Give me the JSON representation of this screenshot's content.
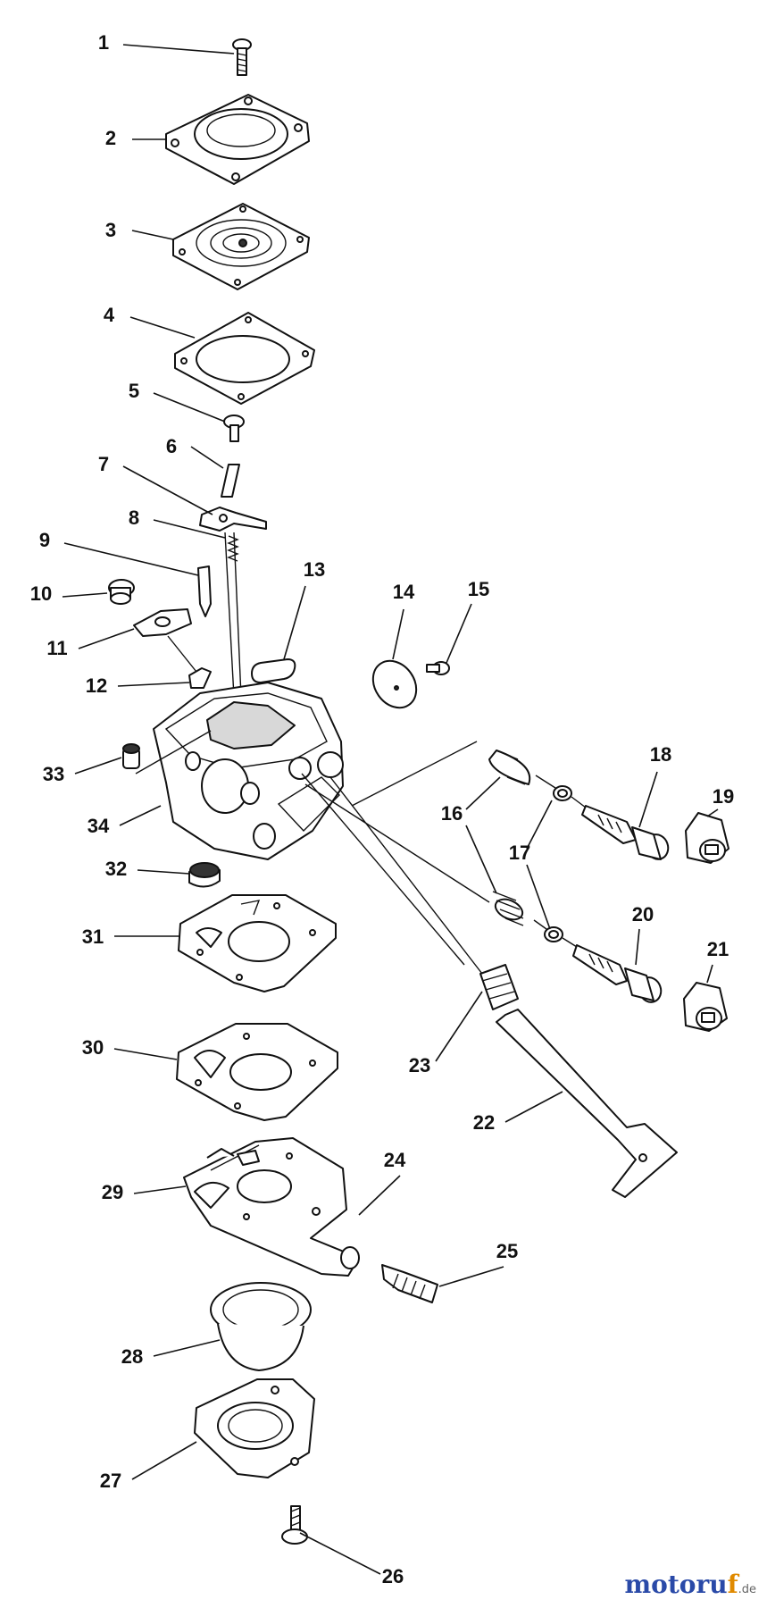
{
  "labels": [
    "1",
    "2",
    "3",
    "4",
    "5",
    "6",
    "7",
    "8",
    "9",
    "10",
    "11",
    "12",
    "13",
    "14",
    "15",
    "16",
    "17",
    "18",
    "19",
    "20",
    "21",
    "22",
    "23",
    "24",
    "25",
    "26",
    "27",
    "28",
    "29",
    "30",
    "31",
    "32",
    "33",
    "34"
  ],
  "watermark": {
    "letters": [
      "m",
      "o",
      "t",
      "o",
      "r",
      "u",
      "f"
    ],
    "letter_colors": [
      "#2a4aa8",
      "#2a4aa8",
      "#2a4aa8",
      "#2a4aa8",
      "#2a4aa8",
      "#2a4aa8",
      "#e08a00"
    ],
    "domain": ".de",
    "domain_color": "#666666"
  }
}
